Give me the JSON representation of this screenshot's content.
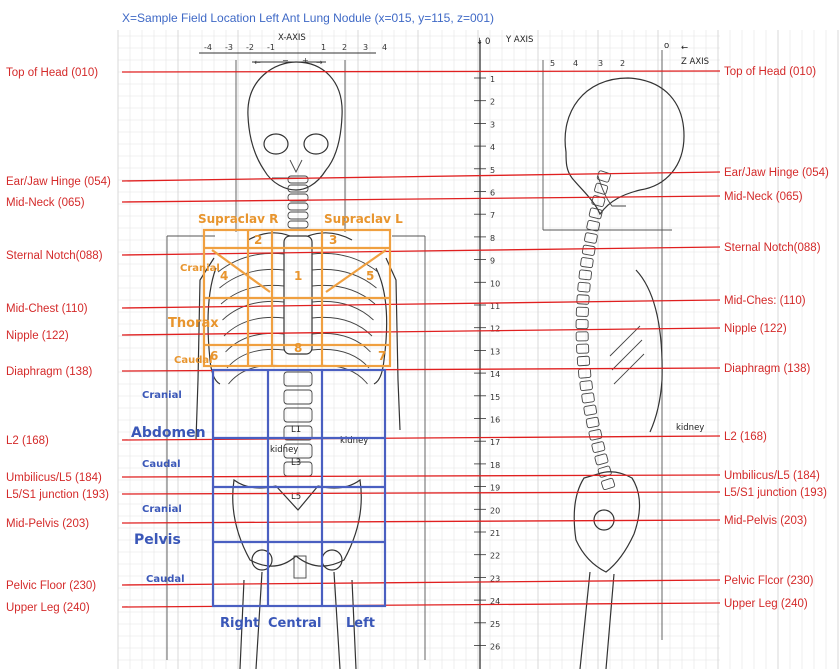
{
  "title": "X=Sample Field Location Left Ant Lung Nodule (x=015, y=115, z=001)",
  "axes": {
    "x_axis_label": "X-AXIS",
    "y_axis_label": "Y AXIS",
    "z_axis_label": "Z AXIS",
    "y_origin": "0",
    "x_ticks": [
      "-4",
      "-3",
      "-2",
      "-1",
      "1",
      "2",
      "3",
      "4"
    ],
    "z_ticks": [
      "5",
      "4",
      "3",
      "2"
    ],
    "y_ticks": [
      "1",
      "2",
      "3",
      "4",
      "5",
      "6",
      "7",
      "8",
      "9",
      "10",
      "11",
      "12",
      "13",
      "14",
      "15",
      "16",
      "17",
      "18",
      "19",
      "20",
      "21",
      "22",
      "23",
      "24",
      "25",
      "26"
    ]
  },
  "landmarks_left": [
    {
      "label": "Top of Head (010)"
    },
    {
      "label": "Ear/Jaw Hinge (054)"
    },
    {
      "label": "Mid-Neck (065)"
    },
    {
      "label": "Sternal Notch(088)"
    },
    {
      "label": "Mid-Chest (110)"
    },
    {
      "label": "Nipple (122)"
    },
    {
      "label": "Diaphragm (138)"
    },
    {
      "label": "L2 (168)"
    },
    {
      "label": "Umbilicus/L5 (184)"
    },
    {
      "label": "L5/S1 junction (193)"
    },
    {
      "label": "Mid-Pelvis (203)"
    },
    {
      "label": "Pelvic Floor (230)"
    },
    {
      "label": "Upper Leg (240)"
    }
  ],
  "landmarks_right": [
    {
      "label": "Top of Head (010)"
    },
    {
      "label": "Ear/Jaw Hinge (054)"
    },
    {
      "label": "Mid-Neck (065)"
    },
    {
      "label": "Sternal Notch(088)"
    },
    {
      "label": "Mid-Ches: (110)"
    },
    {
      "label": "Nipple (122)"
    },
    {
      "label": "Diaphragm (138)"
    },
    {
      "label": "L2 (168)"
    },
    {
      "label": "Umbilicus/L5 (184)"
    },
    {
      "label": "L5/S1 junction (193)"
    },
    {
      "label": "Mid-Pelvis (203)"
    },
    {
      "label": "Pelvic Flcor (230)"
    },
    {
      "label": "Upper Leg (240)"
    }
  ],
  "thorax_zone": {
    "title": "Thorax",
    "supraclav_r": "Supraclav R",
    "supraclav_l": "Supraclav L",
    "cranial": "Cranial",
    "caudal": "Caudal",
    "cells": [
      "1",
      "2",
      "3",
      "4",
      "5",
      "6",
      "7",
      "8"
    ]
  },
  "abdomen_zone": {
    "title": "Abdomen",
    "cranial": "Cranial",
    "caudal": "Caudal"
  },
  "pelvis_zone": {
    "title": "Pelvis",
    "cranial": "Cranial",
    "caudal": "Caudal"
  },
  "columns": {
    "right": "Right",
    "central": "Central",
    "left": "Left"
  },
  "sketch_labels": {
    "kidney_1": "kidney",
    "kidney_2": "kidney",
    "kidney_side": "kidney",
    "vertebra_l1": "L1",
    "vertebra_l3": "L3",
    "vertebra_l5": "L5"
  },
  "colors": {
    "landmark_line": "#e02020",
    "thorax": "#f0a040",
    "abdomen_pelvis": "#4a5fc1",
    "title": "#3f69c6"
  }
}
